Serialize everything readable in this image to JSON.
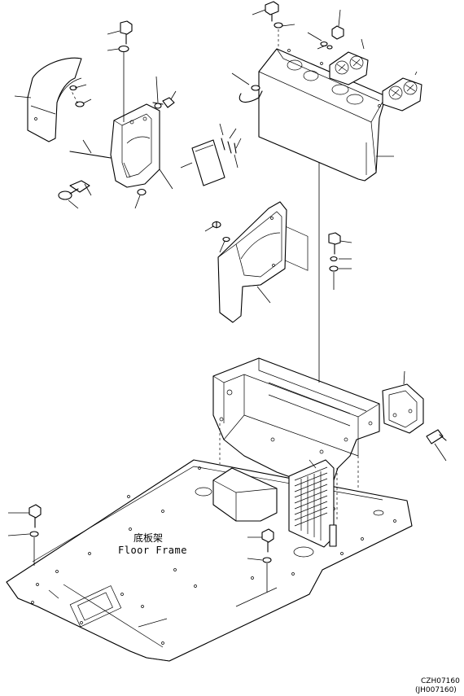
{
  "diagram": {
    "label_floor_cjk": "底板架",
    "label_floor_en": "Floor Frame",
    "figure_code": "CZH07160",
    "figure_code_alt": "(JH007160)"
  },
  "colors": {
    "ink": "#000000",
    "paper": "#ffffff"
  }
}
